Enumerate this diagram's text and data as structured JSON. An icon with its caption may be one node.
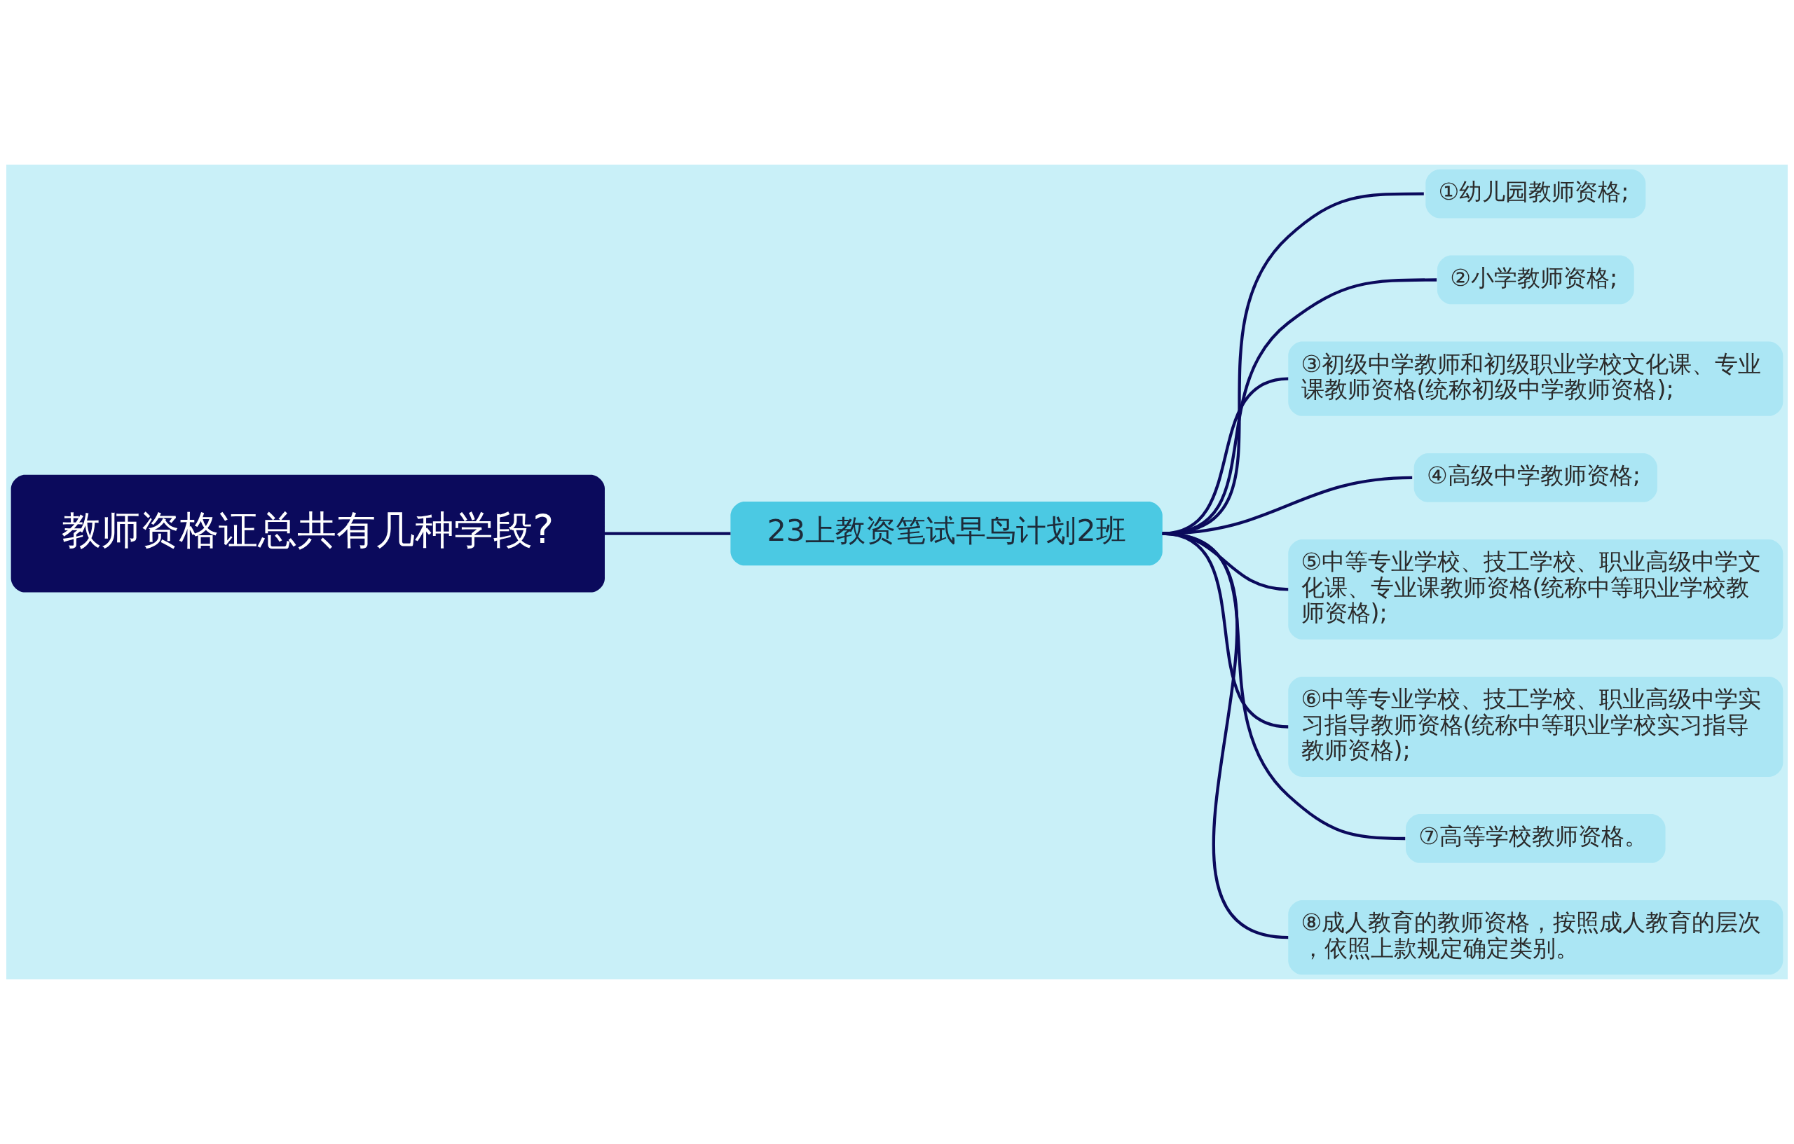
{
  "diagram": {
    "nodes": [
      {
        "text": [
          "教师资格证总共有几种学段?"
        ]
      },
      {
        "text": [
          "23上教资笔试早鸟计划2班"
        ]
      },
      {
        "text": [
          "①幼儿园教师资格;"
        ]
      },
      {
        "text": [
          "②小学教师资格;"
        ]
      },
      {
        "text": [
          "③初级中学教师和初级职业学校文化课、专业课教师资格(统称初级中学教师资格);"
        ]
      },
      {
        "text": [
          "④高级中学教师资格;"
        ]
      },
      {
        "text": [
          "⑤中等专业学校、技工学校、职业高级中学文化课、专业课教师资格(统称中等职业学校教师资格);"
        ]
      },
      {
        "text": [
          "⑥中等专业学校、技工学校、职业高级中学实习指导教师资格(统称中等职业学校实习指导教师资格);"
        ]
      },
      {
        "text": [
          "⑦高等学校教师资格。"
        ]
      },
      {
        "text": [
          "⑧成人教育的教师资格，按照成人教育的层次，依照上款规定确定类别。"
        ]
      }
    ],
    "edges": [
      {
        "from": 0,
        "to": 1,
        "arrow": "none"
      },
      {
        "from": 1,
        "to": 2,
        "arrow": "none"
      },
      {
        "from": 1,
        "to": 3,
        "arrow": "none"
      },
      {
        "from": 1,
        "to": 4,
        "arrow": "none"
      },
      {
        "from": 1,
        "to": 5,
        "arrow": "none"
      },
      {
        "from": 1,
        "to": 6,
        "arrow": "none"
      },
      {
        "from": 1,
        "to": 7,
        "arrow": "none"
      },
      {
        "from": 1,
        "to": 8,
        "arrow": "none"
      },
      {
        "from": 1,
        "to": 9,
        "arrow": "none"
      }
    ]
  }
}
